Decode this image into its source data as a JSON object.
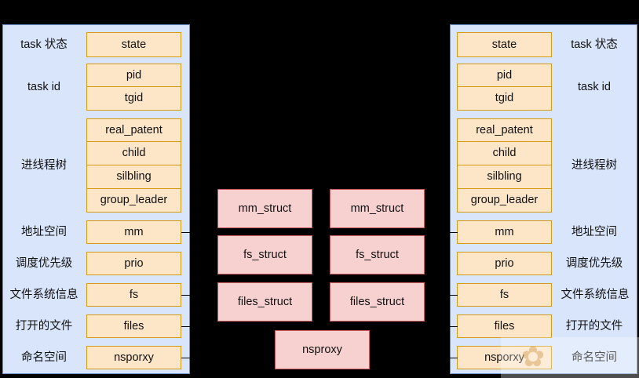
{
  "diagram": {
    "title": "Linux task_struct sharing diagram",
    "background_color": "#000000",
    "panel_color": "#d8e5fa",
    "panel_border_color": "#6f8fc4",
    "field_color": "#fde5c8",
    "field_border_color": "#d49b13",
    "struct_color": "#f7d0d0",
    "struct_border_color": "#c4595b"
  },
  "left_panel": {
    "name": "task_struct-left",
    "groups": [
      {
        "annotation": "task 状态",
        "fields": [
          "state"
        ]
      },
      {
        "annotation": "task id",
        "fields": [
          "pid",
          "tgid"
        ]
      },
      {
        "annotation": "进线程树",
        "fields": [
          "real_patent",
          "child",
          "silbling",
          "group_leader"
        ]
      },
      {
        "annotation": "地址空间",
        "fields": [
          "mm"
        ]
      },
      {
        "annotation": "调度优先级",
        "fields": [
          "prio"
        ]
      },
      {
        "annotation": "文件系统信息",
        "fields": [
          "fs"
        ]
      },
      {
        "annotation": "打开的文件",
        "fields": [
          "files"
        ]
      },
      {
        "annotation": "命名空间",
        "fields": [
          "nsporxy"
        ]
      }
    ]
  },
  "right_panel": {
    "name": "task_struct-right",
    "groups": [
      {
        "annotation": "task 状态",
        "fields": [
          "state"
        ]
      },
      {
        "annotation": "task id",
        "fields": [
          "pid",
          "tgid"
        ]
      },
      {
        "annotation": "进线程树",
        "fields": [
          "real_patent",
          "child",
          "silbling",
          "group_leader"
        ]
      },
      {
        "annotation": "地址空间",
        "fields": [
          "mm"
        ]
      },
      {
        "annotation": "调度优先级",
        "fields": [
          "prio"
        ]
      },
      {
        "annotation": "文件系统信息",
        "fields": [
          "fs"
        ]
      },
      {
        "annotation": "打开的文件",
        "fields": [
          "files"
        ]
      },
      {
        "annotation": "命名空间",
        "fields": [
          "nsporxy"
        ]
      }
    ]
  },
  "center": {
    "left_column": [
      "mm_struct",
      "fs_struct",
      "files_struct"
    ],
    "right_column": [
      "mm_struct",
      "fs_struct",
      "files_struct"
    ],
    "shared": "nsproxy"
  },
  "watermark": {
    "glyph": "✿"
  }
}
